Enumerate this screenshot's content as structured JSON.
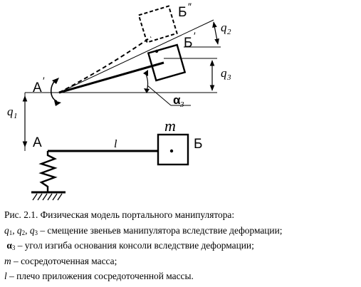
{
  "figure": {
    "labels": {
      "point_a": "А",
      "point_a_prime": "А",
      "prime": "′",
      "point_b": "Б",
      "point_b_prime": "Б",
      "point_b_double_prime": "Б",
      "double_prime": "″",
      "mass": "m",
      "length": "l",
      "q1": "q",
      "q1_sub": "1",
      "q2": "q",
      "q2_sub": "2",
      "q3": "q",
      "q3_sub": "3",
      "alpha": "α",
      "alpha_sub": "3"
    }
  },
  "caption": {
    "title": "Рис. 2.1. Физическая модель портального манипулятора:",
    "line1": {
      "q1": "q",
      "s1": "1",
      "sep1": ", ",
      "q2": "q",
      "s2": "2",
      "sep2": ", ",
      "q3": "q",
      "s3": "3",
      "text": " – смещение звеньев манипулятора вследствие деформации;"
    },
    "line2": {
      "symbol": "α",
      "sub": "3",
      "text": " – угол изгиба основания консоли вследствие деформации;"
    },
    "line3": {
      "symbol": "m",
      "text": " – сосредоточенная масса;"
    },
    "line4": {
      "symbol": "l",
      "text": " – плечо приложения сосредоточенной массы."
    }
  }
}
